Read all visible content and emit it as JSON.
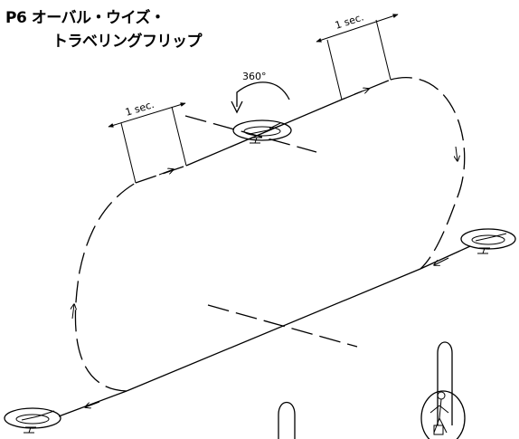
{
  "title": {
    "line1": "P6  オーバル・ウイズ・",
    "line2": "トラベリングフリップ"
  },
  "annotations": {
    "rotation_label": "360°",
    "timing_left": "1 sec.",
    "timing_right": "1 sec."
  },
  "colors": {
    "ink": "#000000",
    "background": "#ffffff"
  },
  "icons": [
    "helicopter-icon",
    "rotation-arrow-icon",
    "direction-arrow-icon",
    "pole-icon"
  ]
}
